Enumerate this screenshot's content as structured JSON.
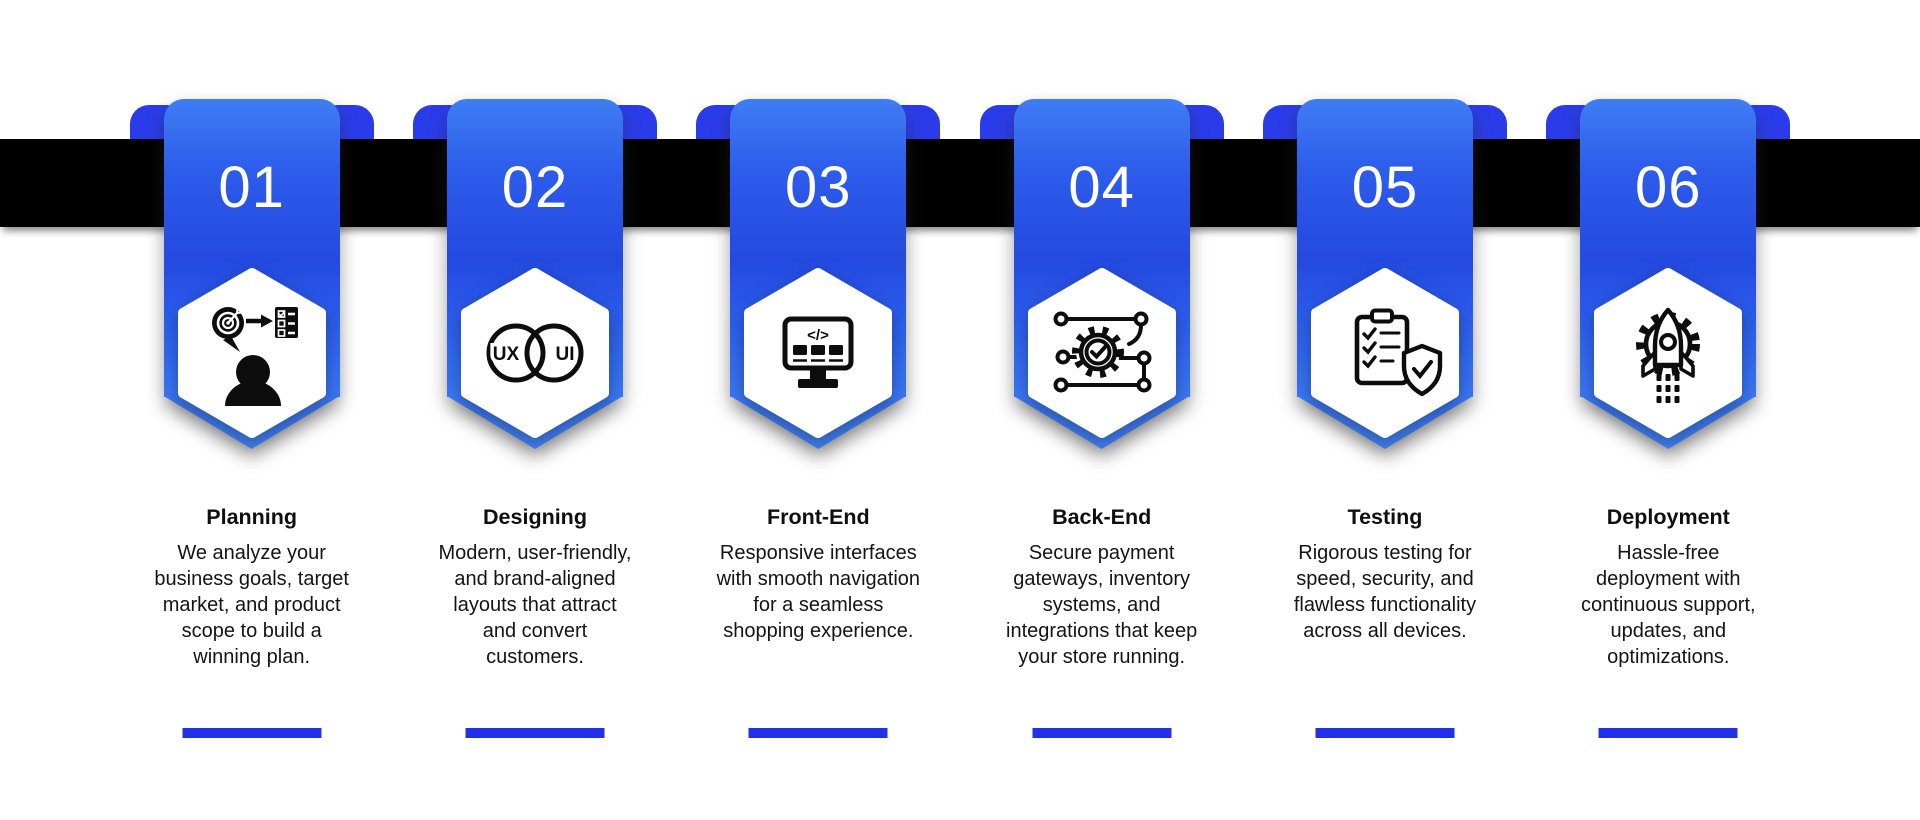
{
  "canvas": {
    "background": "#ffffff"
  },
  "timeline_bar": {
    "color": "#000000"
  },
  "accent": {
    "ear_color": "#2a3cea",
    "ribbon_gradient_top": "#3f7df4",
    "ribbon_gradient_mid": "#2449e0",
    "ribbon_gradient_bottom": "#4484f7",
    "underline_color": "#2231e9",
    "number_color": "#ffffff",
    "icon_color": "#0d0d0d"
  },
  "steps": [
    {
      "number": "01",
      "title": "Planning",
      "description_lines": [
        "We analyze your",
        "business goals, target",
        "market, and product",
        "scope to build a",
        "winning plan."
      ],
      "icon": "analysis-target-checklist-person-icon"
    },
    {
      "number": "02",
      "title": "Designing",
      "description_lines": [
        "Modern, user-friendly,",
        "and brand-aligned",
        "layouts that attract",
        "and convert",
        "customers."
      ],
      "icon": "ux-ui-venn-icon",
      "icon_labels": [
        "UX",
        "UI"
      ]
    },
    {
      "number": "03",
      "title": "Front-End",
      "description_lines": [
        "Responsive interfaces",
        "with smooth navigation",
        "for a seamless",
        "shopping experience."
      ],
      "icon": "code-monitor-icon",
      "icon_text": "</>"
    },
    {
      "number": "04",
      "title": "Back-End",
      "description_lines": [
        "Secure payment",
        "gateways, inventory",
        "systems, and",
        "integrations that keep",
        "your store running."
      ],
      "icon": "gear-workflow-check-icon"
    },
    {
      "number": "05",
      "title": "Testing",
      "description_lines": [
        "Rigorous testing for",
        "speed, security, and",
        "flawless functionality",
        "across all devices."
      ],
      "icon": "checklist-shield-icon"
    },
    {
      "number": "06",
      "title": "Deployment",
      "description_lines": [
        "Hassle-free",
        "deployment with",
        "continuous support,",
        "updates, and",
        "optimizations."
      ],
      "icon": "rocket-gear-icon"
    }
  ]
}
